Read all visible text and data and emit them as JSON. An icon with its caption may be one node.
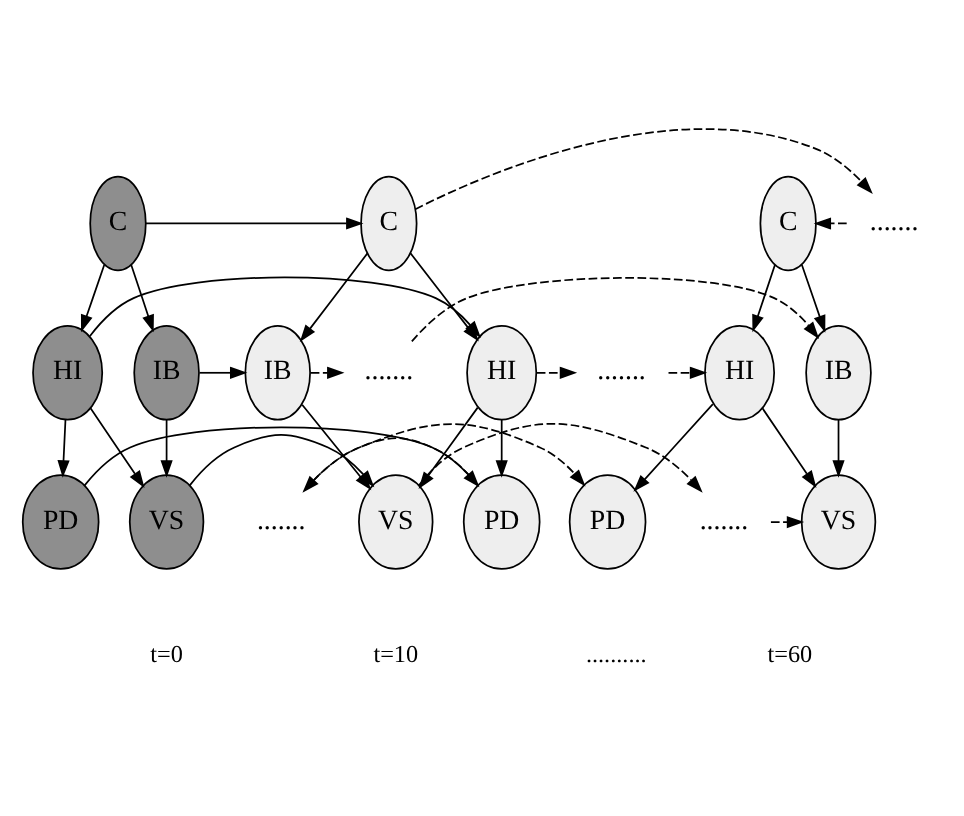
{
  "diagram": {
    "nodes": [
      {
        "text": [
          "C"
        ]
      },
      {
        "text": [
          "HI"
        ]
      },
      {
        "text": [
          "IB"
        ]
      },
      {
        "text": [
          "PD"
        ]
      },
      {
        "text": [
          "VS"
        ]
      },
      {
        "text": [
          "C"
        ]
      },
      {
        "text": [
          "HI"
        ]
      },
      {
        "text": [
          "IB"
        ]
      },
      {
        "text": [
          "PD"
        ]
      },
      {
        "text": [
          "VS"
        ]
      },
      {
        "text": [
          "C"
        ]
      },
      {
        "text": [
          "HI"
        ]
      },
      {
        "text": [
          "IB"
        ]
      },
      {
        "text": [
          "PD"
        ]
      },
      {
        "text": [
          "VS"
        ]
      },
      {
        "text": [
          "......."
        ]
      },
      {
        "text": [
          "......."
        ]
      },
      {
        "text": [
          "......."
        ]
      },
      {
        "text": [
          "......."
        ]
      },
      {
        "text": [
          "......."
        ]
      }
    ],
    "edges": [
      {
        "from": 0,
        "to": 1,
        "arrow": "to"
      },
      {
        "from": 0,
        "to": 2,
        "arrow": "to"
      },
      {
        "from": 1,
        "to": 3,
        "arrow": "to"
      },
      {
        "from": 1,
        "to": 4,
        "arrow": "to"
      },
      {
        "from": 2,
        "to": 4,
        "arrow": "to"
      },
      {
        "from": 5,
        "to": 6,
        "arrow": "to"
      },
      {
        "from": 5,
        "to": 7,
        "arrow": "to"
      },
      {
        "from": 6,
        "to": 8,
        "arrow": "to"
      },
      {
        "from": 6,
        "to": 9,
        "arrow": "to"
      },
      {
        "from": 7,
        "to": 9,
        "arrow": "to"
      },
      {
        "from": 10,
        "to": 11,
        "arrow": "to"
      },
      {
        "from": 10,
        "to": 12,
        "arrow": "to"
      },
      {
        "from": 11,
        "to": 13,
        "arrow": "to"
      },
      {
        "from": 11,
        "to": 14,
        "arrow": "to"
      },
      {
        "from": 12,
        "to": 14,
        "arrow": "to"
      },
      {
        "from": 0,
        "to": 5,
        "arrow": "to"
      },
      {
        "from": 1,
        "to": 6,
        "arrow": "to"
      },
      {
        "from": 2,
        "to": 7,
        "arrow": "to"
      },
      {
        "from": 3,
        "to": 8,
        "arrow": "to"
      },
      {
        "from": 4,
        "to": 9,
        "arrow": "to"
      },
      {
        "from": 5,
        "to": 15,
        "arrow": "to",
        "style": "dashed"
      },
      {
        "from": 15,
        "to": 10,
        "arrow": "to",
        "style": "dashed"
      },
      {
        "from": 6,
        "to": 16,
        "arrow": "to",
        "style": "dashed"
      },
      {
        "from": 7,
        "to": 17,
        "arrow": "to",
        "style": "dashed"
      },
      {
        "from": 16,
        "to": 11,
        "arrow": "to",
        "style": "dashed"
      },
      {
        "from": 17,
        "to": 12,
        "arrow": "to",
        "style": "dashed"
      },
      {
        "from": 8,
        "to": 18,
        "arrow": "to",
        "style": "dashed"
      },
      {
        "from": 9,
        "to": 19,
        "arrow": "to",
        "style": "dashed"
      },
      {
        "from": 18,
        "to": 13,
        "arrow": "to",
        "style": "dashed"
      },
      {
        "from": 19,
        "to": 14,
        "arrow": "to",
        "style": "dashed"
      }
    ],
    "labels": [
      "t=0",
      "t=10",
      "..........",
      "t=60"
    ]
  }
}
